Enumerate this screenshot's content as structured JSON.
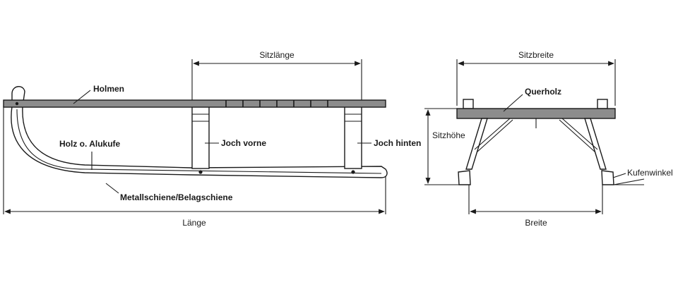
{
  "side_view": {
    "seat_length": "Sitzlänge",
    "rail": "Holmen",
    "runner": "Holz o. Alukufe",
    "front_yoke": "Joch vorne",
    "rear_yoke": "Joch hinten",
    "metal_rail": "Metallschiene/Belagschiene",
    "length": "Länge"
  },
  "front_view": {
    "seat_width": "Sitzbreite",
    "crossbar": "Querholz",
    "seat_height": "Sitzhöhe",
    "runner_angle": "Kufenwinkel",
    "width": "Breite"
  },
  "colors": {
    "wood_grey": "#8c8c8c",
    "line": "#1a1a1a",
    "background": "#ffffff"
  }
}
